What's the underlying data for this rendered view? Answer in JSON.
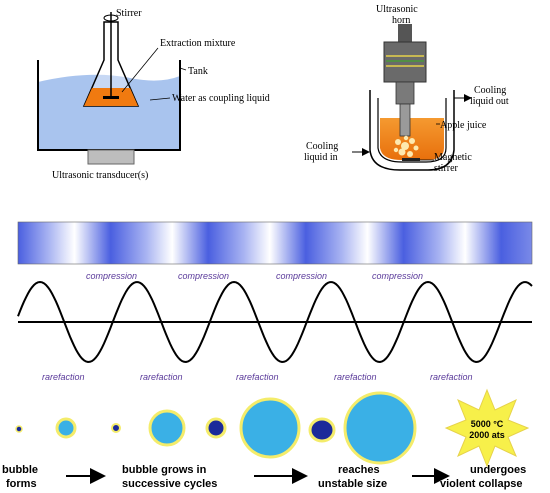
{
  "bath": {
    "stirrer": "Stirrer",
    "extraction_mixture": "Extraction mixture",
    "tank": "Tank",
    "water": "Water as coupling liquid",
    "transducer": "Ultrasonic transducer(s)"
  },
  "horn": {
    "title_line1": "Ultrasonic",
    "title_line2": "horn",
    "cooling_out_line1": "Cooling",
    "cooling_out_line2": "liquid out",
    "apple_juice": "Apple juice",
    "cooling_in_line1": "Cooling",
    "cooling_in_line2": "liquid in",
    "magnetic_line1": "Magnetic",
    "magnetic_line2": "stirrer"
  },
  "wave": {
    "compression": [
      "compression",
      "compression",
      "compression",
      "compression"
    ],
    "rarefaction": [
      "rarefaction",
      "rarefaction",
      "rarefaction",
      "rarefaction",
      "rarefaction"
    ]
  },
  "bubble": {
    "forms_line1": "bubble",
    "forms_line2": "forms",
    "grows_line1": "bubble grows in",
    "grows_line2": "successive cycles",
    "reaches_line1": "reaches",
    "reaches_line2": "unstable size",
    "collapse_line1": "undergoes",
    "collapse_line2": "violent collapse",
    "temp": "5000 °C",
    "pressure": "2000 ats"
  },
  "colors": {
    "band_blue": "#4a5fe0",
    "bubble_light": "#3ab0e6",
    "bubble_dark": "#1b2a9a",
    "bubble_rim": "#f4ec6a",
    "star": "#f7f04a",
    "mixture": "#f07a10",
    "water": "#a9c4ee",
    "label_purple": "#5a3a9a"
  }
}
